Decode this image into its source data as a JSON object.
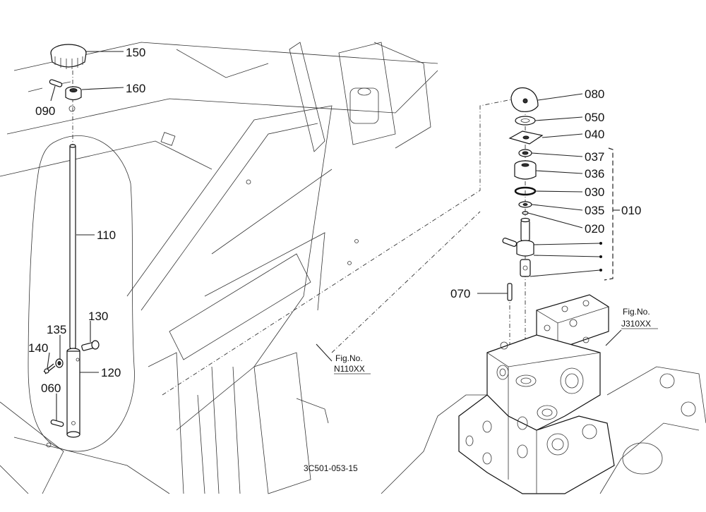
{
  "parts": {
    "p150": "150",
    "p160": "160",
    "p090": "090",
    "p110": "110",
    "p130": "130",
    "p135": "135",
    "p140": "140",
    "p120": "120",
    "p060": "060",
    "p080": "080",
    "p050": "050",
    "p040": "040",
    "p037": "037",
    "p036": "036",
    "p030": "030",
    "p035": "035",
    "p010": "010",
    "p020": "020",
    "p070": "070"
  },
  "references": {
    "n110_line1": "Fig.No.",
    "n110_line2": "N110XX",
    "j310_line1": "Fig.No.",
    "j310_line2": "J310XX"
  },
  "drawing_code": "3C501-053-15"
}
